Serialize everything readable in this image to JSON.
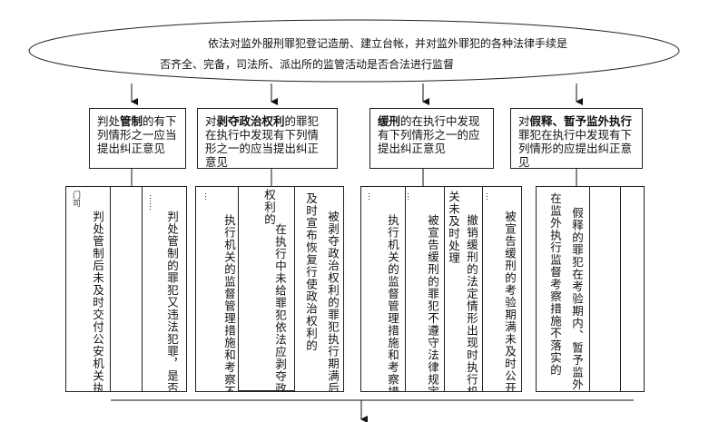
{
  "ellipse": {
    "line1": "依法对监外服刑罪犯登记造册、建立台帐，并对监外罪犯的各种法律手续是",
    "line2": "否齐全、完备，司法所、派出所的监管活动是否合法进行监督"
  },
  "boxes": [
    {
      "pre": "判处",
      "bold": "管制",
      "post": "的有下列情形之一应当提出纠正意见"
    },
    {
      "pre": "对",
      "bold": "剥夺政治权利",
      "post": "的罪犯在执行中发现有下列情形之一的应当提出纠正意见"
    },
    {
      "pre": "",
      "bold": "缓刑",
      "post": "的在执行中发现有下列情形之一的应提出纠正意见"
    },
    {
      "pre": "对",
      "bold": "假释、暂予监外执行",
      "post": "罪犯在执行中发现有下列情形的应提出纠正意见"
    }
  ],
  "columns": {
    "g1": {
      "c1": "判处管制后未及时交付公安机关执行",
      "c1_top": "门司",
      "c4": "判处管制的罪犯又违法犯罪，是否依",
      "c4_top": "……"
    },
    "g2": {
      "c1": "执行机关的监督管理措施和考察不落",
      "c1_top": "…",
      "c2": "在执行中未给罪犯依法应剥夺政治",
      "c2_top": "权利的",
      "c3": "及时宣布恢复行使政治权利的",
      "c4": "被剥夺政治权利的罪犯执行期满后未"
    },
    "g3": {
      "c1": "执行机关的监督管理措施和考察措",
      "c1_top": "…",
      "c2": "被宣告缓刑的罪犯不遵守法律规定",
      "c2_top": "…",
      "c3": "撤销缓刑的法定情形出现时执行机",
      "c3_top": "关未及时处理",
      "c4": "被宣告缓刑的考验期满未及时公开",
      "c4_top": "…"
    },
    "g4": {
      "c1": "在监外执行监督考察措施不落实的",
      "c2": "假释的罪犯在考验期内、暂予监外的"
    }
  }
}
